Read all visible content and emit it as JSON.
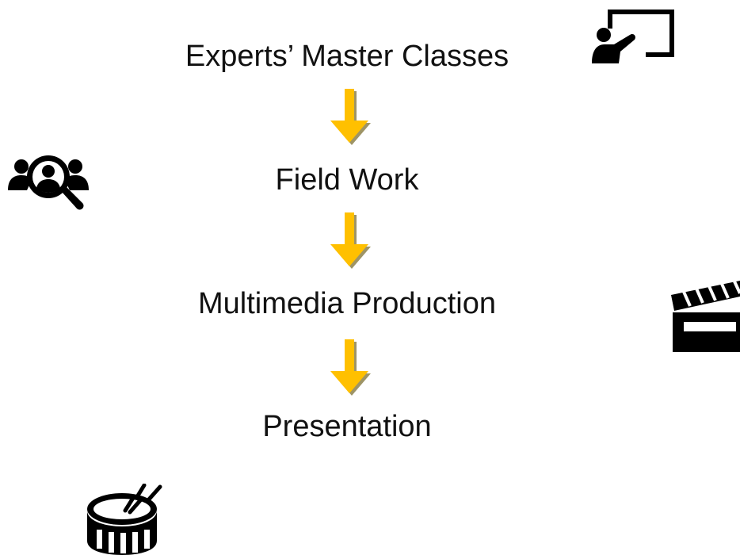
{
  "steps": [
    {
      "label": "Experts’ Master Classes"
    },
    {
      "label": "Field Work"
    },
    {
      "label": "Multimedia Production"
    },
    {
      "label": "Presentation"
    }
  ],
  "icons": [
    "presentation-board-icon",
    "user-search-icon",
    "clapperboard-icon",
    "drum-icon"
  ],
  "colors": {
    "arrow": "#FFC000",
    "arrow_shadow": "#9E9466",
    "text": "#111111",
    "icon": "#000000"
  }
}
